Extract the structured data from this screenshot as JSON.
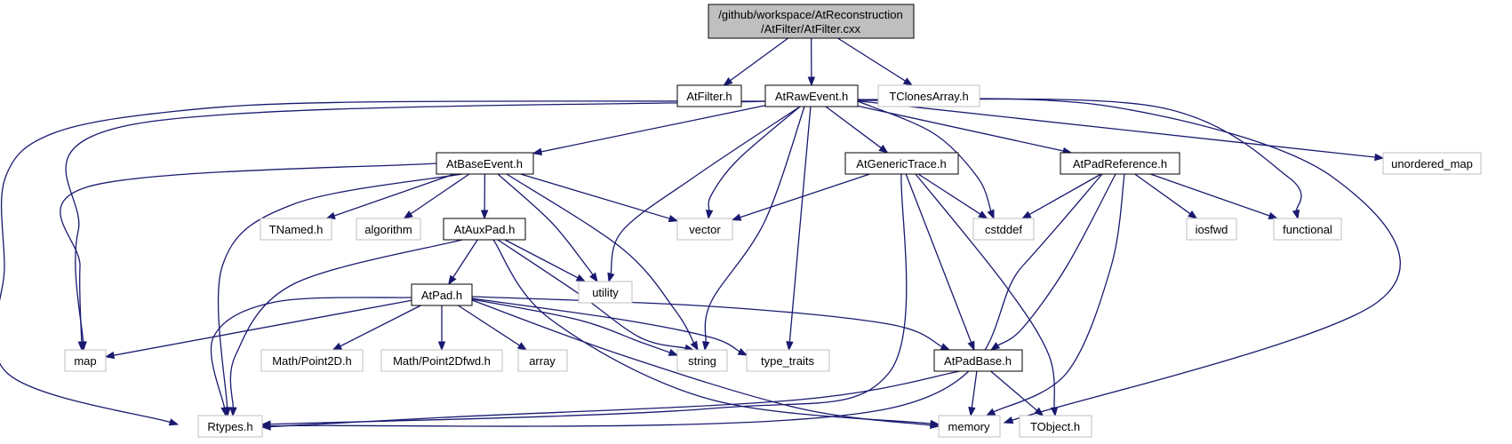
{
  "colors": {
    "edge": "#191970",
    "root_fill": "#bfbfbf",
    "node_border": "#000000",
    "external_border": "#bfbfbf",
    "background": "#ffffff"
  },
  "nodes": {
    "root": {
      "lines": [
        "/github/workspace/AtReconstruction",
        "/AtFilter/AtFilter.cxx"
      ],
      "kind": "root"
    },
    "atfilter_h": {
      "label": "AtFilter.h",
      "kind": "documented"
    },
    "atrawevent_h": {
      "label": "AtRawEvent.h",
      "kind": "documented"
    },
    "tclonesarray_h": {
      "label": "TClonesArray.h",
      "kind": "external"
    },
    "atbaseevent_h": {
      "label": "AtBaseEvent.h",
      "kind": "documented"
    },
    "atgenerictrace_h": {
      "label": "AtGenericTrace.h",
      "kind": "documented"
    },
    "atpadreference_h": {
      "label": "AtPadReference.h",
      "kind": "documented"
    },
    "unordered_map": {
      "label": "unordered_map",
      "kind": "external"
    },
    "tnamed_h": {
      "label": "TNamed.h",
      "kind": "external"
    },
    "algorithm": {
      "label": "algorithm",
      "kind": "external"
    },
    "ataux_pad_h": {
      "label": "AtAuxPad.h",
      "kind": "documented"
    },
    "vector": {
      "label": "vector",
      "kind": "external"
    },
    "cstddef": {
      "label": "cstddef",
      "kind": "external"
    },
    "iosfwd": {
      "label": "iosfwd",
      "kind": "external"
    },
    "functional": {
      "label": "functional",
      "kind": "external"
    },
    "utility": {
      "label": "utility",
      "kind": "external"
    },
    "atpad_h": {
      "label": "AtPad.h",
      "kind": "documented"
    },
    "map": {
      "label": "map",
      "kind": "external"
    },
    "point2d_h": {
      "label": "Math/Point2D.h",
      "kind": "external"
    },
    "point2dfwd_h": {
      "label": "Math/Point2Dfwd.h",
      "kind": "external"
    },
    "array": {
      "label": "array",
      "kind": "external"
    },
    "string": {
      "label": "string",
      "kind": "external"
    },
    "type_traits": {
      "label": "type_traits",
      "kind": "external"
    },
    "atpadbase_h": {
      "label": "AtPadBase.h",
      "kind": "documented"
    },
    "rtypes_h": {
      "label": "Rtypes.h",
      "kind": "external"
    },
    "memory": {
      "label": "memory",
      "kind": "external"
    },
    "tobject_h": {
      "label": "TObject.h",
      "kind": "external"
    }
  },
  "edges": [
    [
      "root",
      "atfilter_h"
    ],
    [
      "root",
      "atrawevent_h"
    ],
    [
      "root",
      "tclonesarray_h"
    ],
    [
      "atrawevent_h",
      "atbaseevent_h"
    ],
    [
      "atrawevent_h",
      "atgenerictrace_h"
    ],
    [
      "atrawevent_h",
      "atpadreference_h"
    ],
    [
      "atrawevent_h",
      "unordered_map"
    ],
    [
      "atrawevent_h",
      "map"
    ],
    [
      "atrawevent_h",
      "rtypes_h"
    ],
    [
      "atrawevent_h",
      "utility"
    ],
    [
      "atrawevent_h",
      "vector"
    ],
    [
      "atrawevent_h",
      "string"
    ],
    [
      "atrawevent_h",
      "type_traits"
    ],
    [
      "atrawevent_h",
      "cstddef"
    ],
    [
      "atrawevent_h",
      "functional"
    ],
    [
      "atrawevent_h",
      "memory"
    ],
    [
      "atbaseevent_h",
      "tnamed_h"
    ],
    [
      "atbaseevent_h",
      "algorithm"
    ],
    [
      "atbaseevent_h",
      "ataux_pad_h"
    ],
    [
      "atbaseevent_h",
      "vector"
    ],
    [
      "atbaseevent_h",
      "map"
    ],
    [
      "atbaseevent_h",
      "utility"
    ],
    [
      "atbaseevent_h",
      "string"
    ],
    [
      "atbaseevent_h",
      "rtypes_h"
    ],
    [
      "atgenerictrace_h",
      "vector"
    ],
    [
      "atgenerictrace_h",
      "cstddef"
    ],
    [
      "atgenerictrace_h",
      "atpadbase_h"
    ],
    [
      "atgenerictrace_h",
      "rtypes_h"
    ],
    [
      "atgenerictrace_h",
      "tobject_h"
    ],
    [
      "atpadreference_h",
      "cstddef"
    ],
    [
      "atpadreference_h",
      "iosfwd"
    ],
    [
      "atpadreference_h",
      "functional"
    ],
    [
      "atpadreference_h",
      "atpadbase_h"
    ],
    [
      "atpadreference_h",
      "rtypes_h"
    ],
    [
      "atpadreference_h",
      "memory"
    ],
    [
      "ataux_pad_h",
      "atpad_h"
    ],
    [
      "ataux_pad_h",
      "utility"
    ],
    [
      "ataux_pad_h",
      "string"
    ],
    [
      "ataux_pad_h",
      "rtypes_h"
    ],
    [
      "ataux_pad_h",
      "memory"
    ],
    [
      "atpad_h",
      "map"
    ],
    [
      "atpad_h",
      "point2d_h"
    ],
    [
      "atpad_h",
      "point2dfwd_h"
    ],
    [
      "atpad_h",
      "array"
    ],
    [
      "atpad_h",
      "string"
    ],
    [
      "atpad_h",
      "type_traits"
    ],
    [
      "atpad_h",
      "atpadbase_h"
    ],
    [
      "atpad_h",
      "rtypes_h"
    ],
    [
      "atpad_h",
      "memory"
    ],
    [
      "atpadbase_h",
      "rtypes_h"
    ],
    [
      "atpadbase_h",
      "memory"
    ],
    [
      "atpadbase_h",
      "tobject_h"
    ]
  ]
}
